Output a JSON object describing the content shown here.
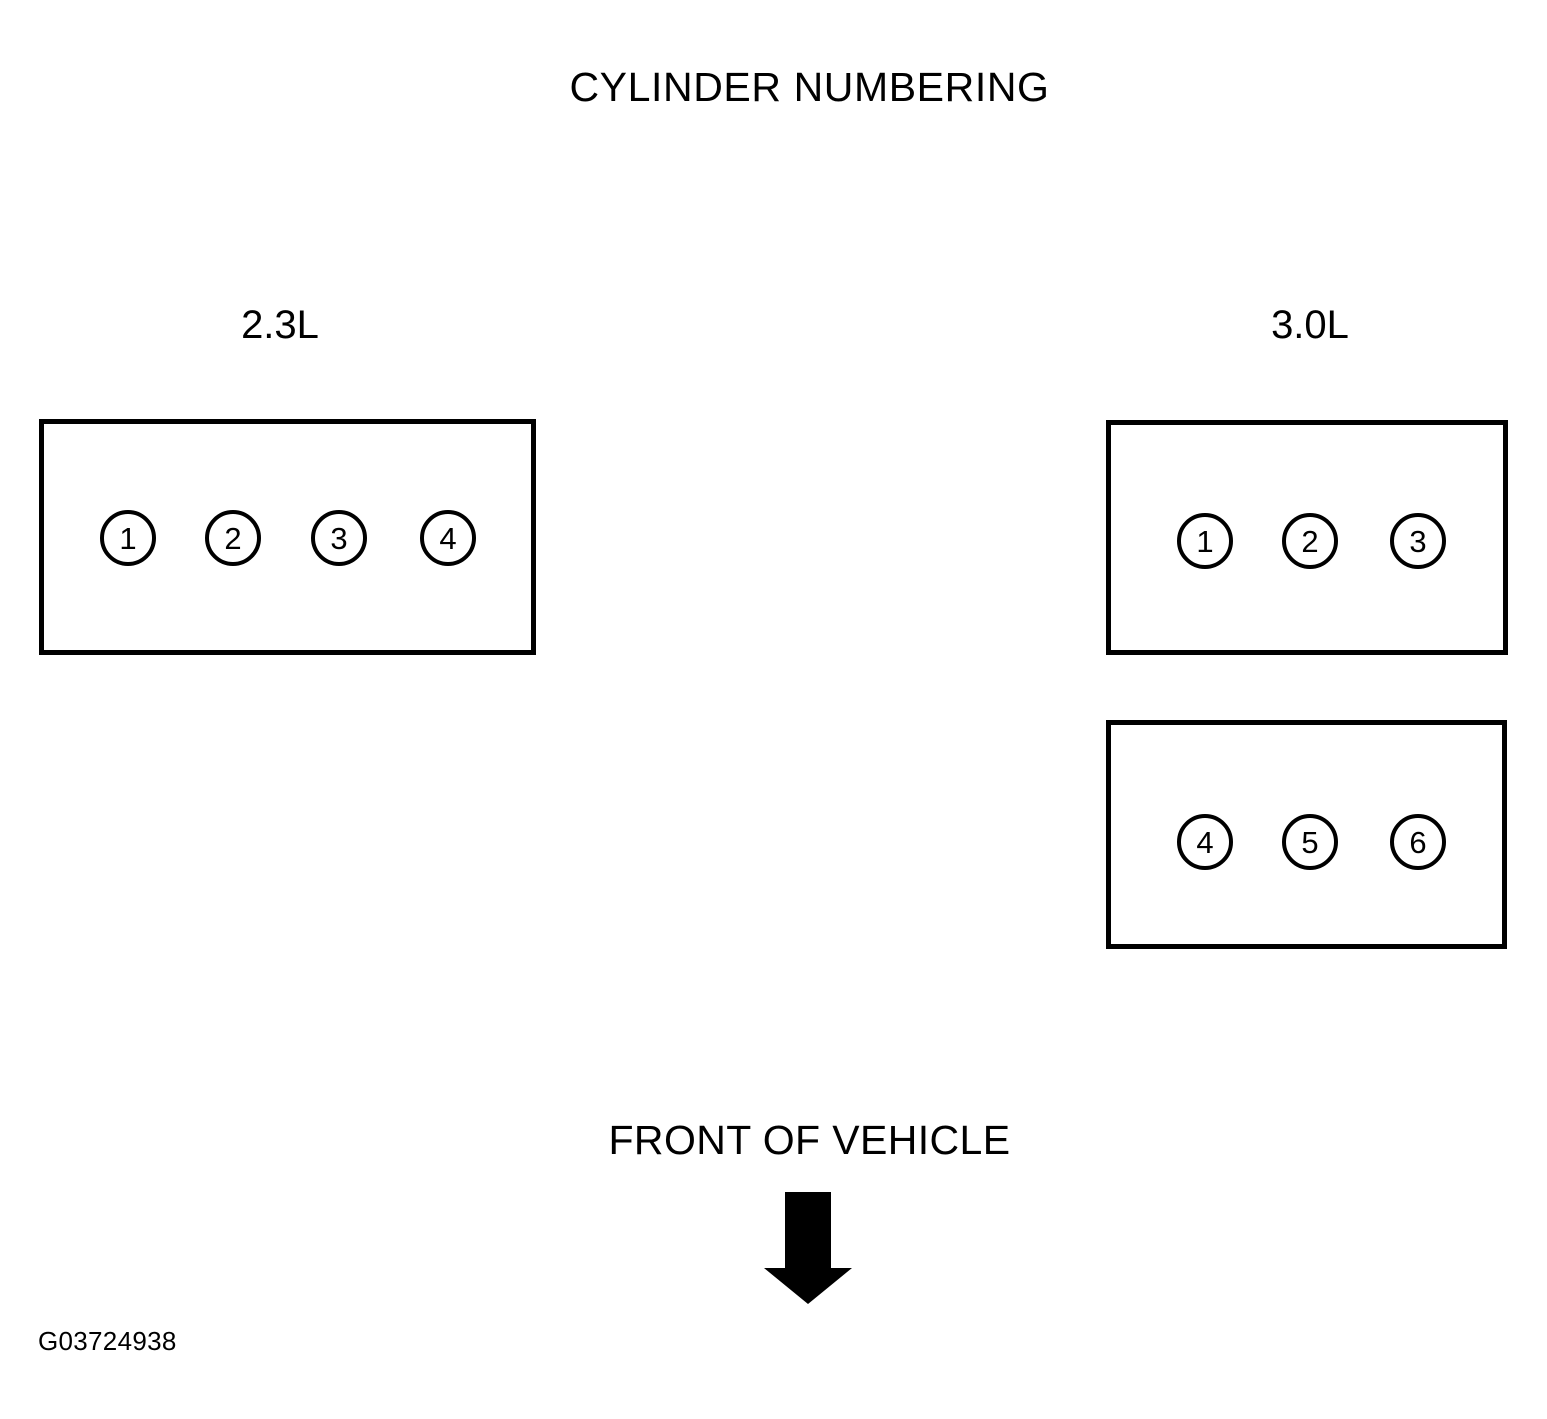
{
  "title": "CYLINDER NUMBERING",
  "figure_id": "G03724938",
  "front_of_vehicle": {
    "label": "FRONT OF VEHICLE",
    "arrow_direction": "down"
  },
  "colors": {
    "ink": "#000000",
    "background": "#ffffff"
  },
  "engines": [
    {
      "label": "2.3L",
      "banks": [
        {
          "name": "inline-bank",
          "cylinders": [
            {
              "number": "1"
            },
            {
              "number": "2"
            },
            {
              "number": "3"
            },
            {
              "number": "4"
            }
          ]
        }
      ]
    },
    {
      "label": "3.0L",
      "banks": [
        {
          "name": "rear-bank",
          "cylinders": [
            {
              "number": "1"
            },
            {
              "number": "2"
            },
            {
              "number": "3"
            }
          ]
        },
        {
          "name": "front-bank",
          "cylinders": [
            {
              "number": "4"
            },
            {
              "number": "5"
            },
            {
              "number": "6"
            }
          ]
        }
      ]
    }
  ]
}
